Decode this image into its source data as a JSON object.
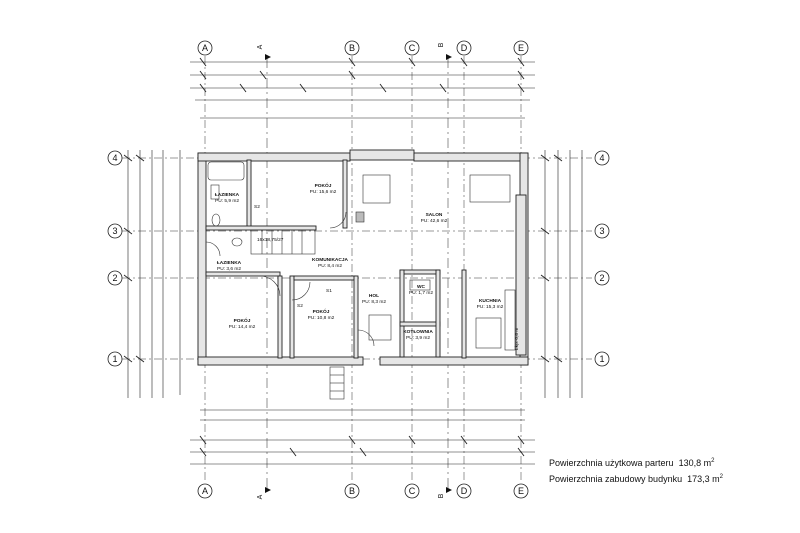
{
  "axes": {
    "letters": [
      "A",
      "B",
      "C",
      "D",
      "E"
    ],
    "numbers": [
      "4",
      "3",
      "2",
      "1"
    ]
  },
  "sections": {
    "a": "A",
    "b": "B"
  },
  "rooms": [
    {
      "id": "lazienka-top",
      "name": "ŁAZIENKA",
      "area": "PU: 5,9 m2"
    },
    {
      "id": "pokoj-top",
      "name": "POKÓJ",
      "area": "PU: 15,6 m2"
    },
    {
      "id": "salon",
      "name": "SALON",
      "area": "PU: 42,6 m2"
    },
    {
      "id": "lazienka-small",
      "name": "ŁAZIENKA",
      "area": "PU: 3,6 m2"
    },
    {
      "id": "komunikacja",
      "name": "KOMUNIKACJA",
      "area": "PU: 8,4 m2"
    },
    {
      "id": "pokoj-left",
      "name": "POKÓJ",
      "area": "PU: 14,4 m2"
    },
    {
      "id": "pokoj-mid",
      "name": "POKÓJ",
      "area": "PU: 10,8 m2"
    },
    {
      "id": "hol",
      "name": "HOL",
      "area": "PU: 8,3 m2"
    },
    {
      "id": "wc",
      "name": "WC",
      "area": "PU: 1,7 m2"
    },
    {
      "id": "kotlownia",
      "name": "KOTŁOWNIA",
      "area": "PU: 3,9 m2"
    },
    {
      "id": "kuchnia",
      "name": "KUCHNIA",
      "area": "PU: 15,3 m2"
    }
  ],
  "marks": {
    "s1": "S1",
    "s2a": "S2",
    "s2b": "S2",
    "stairs": "16x18,75/27",
    "kitchen_note": "Lkp: 0,8 m"
  },
  "areas": {
    "usable_label": "Powierzchnia użytkowa parteru",
    "usable_value": "130,8 m",
    "built_label": "Powierzchnia zabudowy budynku",
    "built_value": "173,3 m",
    "unit_sup": "2"
  }
}
